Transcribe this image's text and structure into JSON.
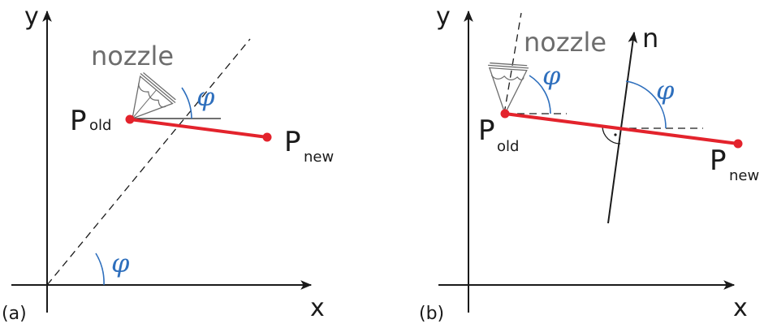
{
  "colors": {
    "axis": "#1a1a1a",
    "segment": "#e3232c",
    "angle": "#2e6fbd",
    "dashed": "#1a1a1a",
    "nozzle": "#6d6d6d"
  },
  "panel_a": {
    "tag": "(a)",
    "y_axis": "y",
    "x_axis": "x",
    "nozzle_label": "nozzle",
    "angle_symbol": "φ",
    "p_old": {
      "base": "P",
      "sub": "old"
    },
    "p_new": {
      "base": "P",
      "sub": "new"
    }
  },
  "panel_b": {
    "tag": "(b)",
    "y_axis": "y",
    "x_axis": "x",
    "nozzle_label": "nozzle",
    "normal_label": "n",
    "angle_symbol": "φ",
    "p_old": {
      "base": "P",
      "sub": "old"
    },
    "p_new": {
      "base": "P",
      "sub": "new"
    }
  }
}
